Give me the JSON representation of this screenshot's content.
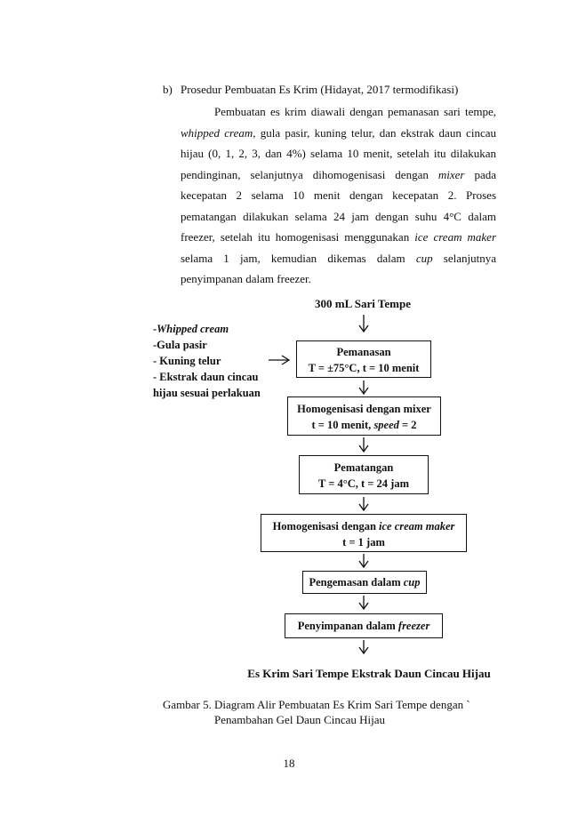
{
  "section": {
    "marker": "b)",
    "heading": "Prosedur Pembuatan Es Krim (Hidayat, 2017 termodifikasi)"
  },
  "paragraph": [
    {
      "text": "Pembuatan es krim diawali dengan pemanasan sari tempe, ",
      "italic": false
    },
    {
      "text": "whipped cream",
      "italic": true
    },
    {
      "text": ", gula pasir, kuning telur, dan ekstrak daun cincau hijau (0, 1, 2, 3, dan 4%) selama 10 menit, setelah itu dilakukan pendinginan, selanjutnya dihomogenisasi dengan ",
      "italic": false
    },
    {
      "text": "mixer",
      "italic": true
    },
    {
      "text": " pada kecepatan 2 selama 10 menit dengan kecepatan 2. Proses pematangan dilakukan selama 24 jam dengan suhu 4°C dalam freezer, setelah itu homogenisasi menggunakan ",
      "italic": false
    },
    {
      "text": "ice cream maker",
      "italic": true
    },
    {
      "text": " selama 1 jam, kemudian dikemas dalam ",
      "italic": false
    },
    {
      "text": "cup",
      "italic": true
    },
    {
      "text": " selanjutnya penyimpanan dalam freezer.",
      "italic": false
    }
  ],
  "flowchart": {
    "title": "300 mL Sari Tempe",
    "ingredients": [
      {
        "prefix": "-",
        "text": "Whipped cream",
        "italic": true
      },
      {
        "prefix": "-",
        "text": "Gula pasir",
        "italic": false
      },
      {
        "prefix": "- ",
        "text": "Kuning telur",
        "italic": false
      },
      {
        "prefix": "- ",
        "text": "Ekstrak daun cincau",
        "italic": false
      },
      {
        "prefix": "",
        "text": "hijau sesuai perlakuan",
        "italic": false
      }
    ],
    "steps": [
      {
        "line1": [
          {
            "text": "Pemanasan",
            "italic": false
          }
        ],
        "line2": [
          {
            "text": "T = ±75°C, t = 10 menit",
            "italic": false
          }
        ]
      },
      {
        "line1": [
          {
            "text": "Homogenisasi dengan mixer",
            "italic": false
          }
        ],
        "line2": [
          {
            "text": "t = 10 menit, ",
            "italic": false
          },
          {
            "text": "speed",
            "italic": true
          },
          {
            "text": " = 2",
            "italic": false
          }
        ]
      },
      {
        "line1": [
          {
            "text": "Pematangan",
            "italic": false
          }
        ],
        "line2": [
          {
            "text": "T = 4°C, t = 24 jam",
            "italic": false
          }
        ]
      },
      {
        "line1": [
          {
            "text": "Homogenisasi dengan ",
            "italic": false
          },
          {
            "text": "ice cream maker",
            "italic": true
          }
        ],
        "line2": [
          {
            "text": "t = 1 jam",
            "italic": false
          }
        ]
      },
      {
        "line1": [
          {
            "text": "Pengemasan dalam ",
            "italic": false
          },
          {
            "text": "cup",
            "italic": true
          }
        ],
        "line2": []
      },
      {
        "line1": [
          {
            "text": "Penyimpanan dalam ",
            "italic": false
          },
          {
            "text": "freezer",
            "italic": true
          }
        ],
        "line2": []
      }
    ],
    "result": "Es Krim Sari Tempe Ekstrak Daun Cincau Hijau"
  },
  "caption": {
    "label": "Gambar 5.",
    "line1": "Diagram Alir Pembuatan Es Krim Sari Tempe dengan `",
    "line2": "Penambahan Gel Daun Cincau Hijau"
  },
  "page_number": "18"
}
